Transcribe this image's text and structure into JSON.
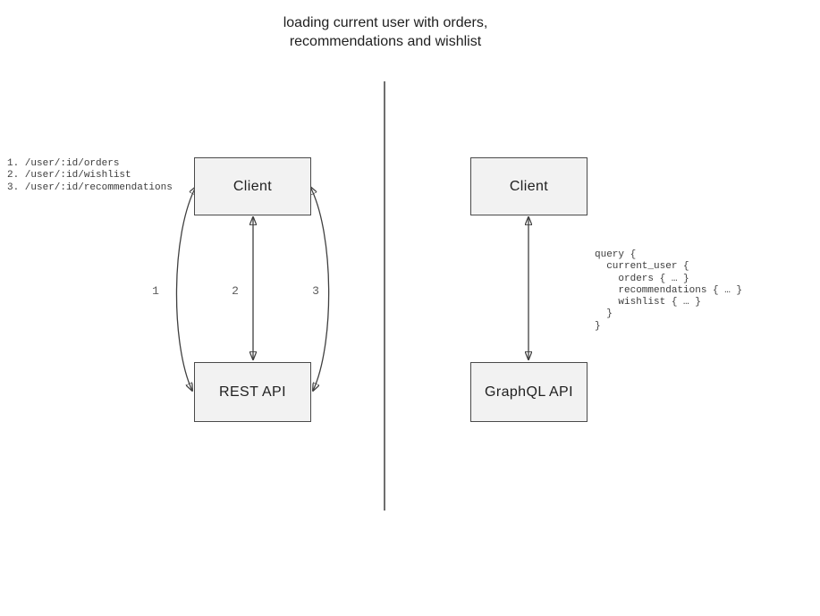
{
  "title": {
    "line1": "loading current user with orders,",
    "line2": "recommendations and wishlist"
  },
  "rest_side": {
    "endpoint_list": [
      "1. /user/:id/orders",
      "2. /user/:id/wishlist",
      "3. /user/:id/recommendations"
    ],
    "client_box": "Client",
    "api_box": "REST API",
    "arrow_labels": [
      "1",
      "2",
      "3"
    ]
  },
  "graphql_side": {
    "client_box": "Client",
    "api_box": "GraphQL API",
    "query_lines": [
      "query {",
      "  current_user {",
      "    orders { … }",
      "    recommendations { … }",
      "    wishlist { … }",
      "  }",
      "}"
    ]
  },
  "colors": {
    "box_fill": "#f2f2f2",
    "box_border": "#4a4a4a",
    "arrow": "#3f3f3f",
    "divider": "#6e6e6e",
    "title_text": "#1f1f1f",
    "box_text": "#1f1f1f",
    "mono_text": "#3c3c3c",
    "arrow_label": "#5c5c5c"
  }
}
